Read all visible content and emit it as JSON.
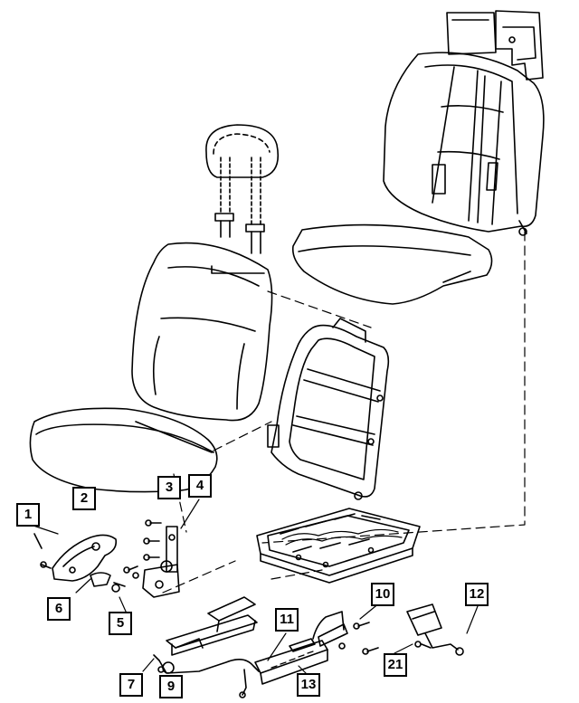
{
  "colors": {
    "line": "#000000",
    "background": "#ffffff"
  },
  "callouts": [
    {
      "id": "1",
      "label": "1"
    },
    {
      "id": "2",
      "label": "2"
    },
    {
      "id": "3",
      "label": "3"
    },
    {
      "id": "4",
      "label": "4"
    },
    {
      "id": "5",
      "label": "5"
    },
    {
      "id": "6",
      "label": "6"
    },
    {
      "id": "7",
      "label": "7"
    },
    {
      "id": "9",
      "label": "9"
    },
    {
      "id": "10",
      "label": "10"
    },
    {
      "id": "11",
      "label": "11"
    },
    {
      "id": "12",
      "label": "12"
    },
    {
      "id": "13",
      "label": "13"
    },
    {
      "id": "21",
      "label": "21"
    }
  ]
}
